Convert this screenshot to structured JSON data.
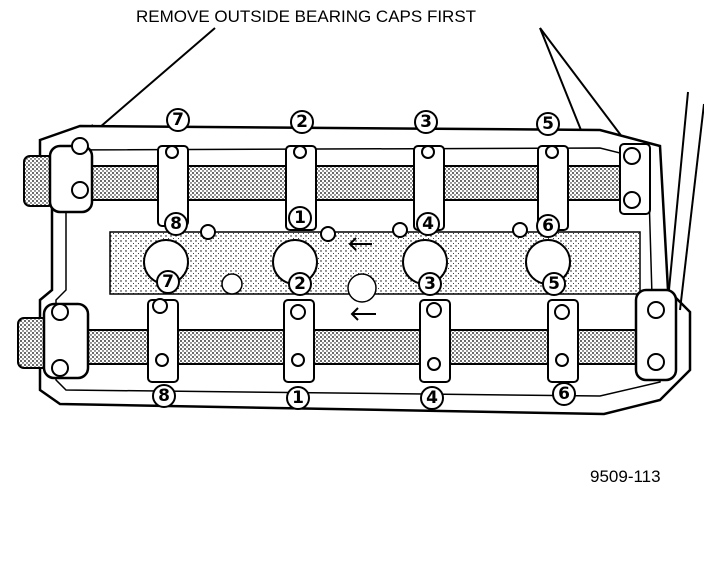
{
  "caption": "REMOVE OUTSIDE BEARING CAPS FIRST",
  "figure_number": "9509-113",
  "markers": {
    "upper_top": [
      "7",
      "2",
      "3",
      "5"
    ],
    "upper_bottom": [
      "8",
      "1",
      "4",
      "6"
    ],
    "lower_top": [
      "7",
      "2",
      "3",
      "5"
    ],
    "lower_bottom": [
      "8",
      "1",
      "4",
      "6"
    ]
  },
  "colors": {
    "ink": "#000000",
    "paper": "#ffffff",
    "shade": "#7a7a7a"
  }
}
